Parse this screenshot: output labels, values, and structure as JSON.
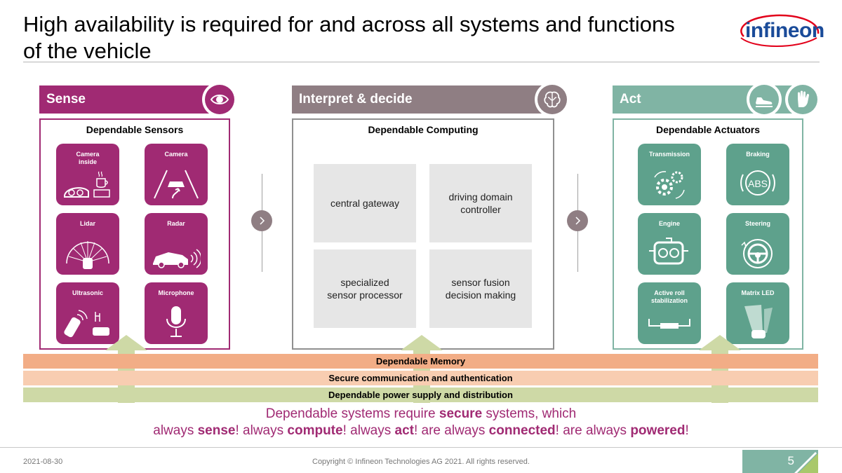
{
  "title": "High availability is required for and across all systems and functions of the vehicle",
  "logo": {
    "text": "infineon"
  },
  "columns": {
    "sense": {
      "header": "Sense",
      "box_title": "Dependable Sensors",
      "icon": "eye-icon"
    },
    "interpret": {
      "header": "Interpret & decide",
      "box_title": "Dependable Computing",
      "icon": "brain-icon"
    },
    "act": {
      "header": "Act",
      "box_title": "Dependable Actuators",
      "icons": [
        "sneaker-icon",
        "hand-icon"
      ]
    }
  },
  "sensors": [
    {
      "label": "Camera\ninside",
      "icon": "interior-camera-icon"
    },
    {
      "label": "Camera",
      "icon": "road-camera-icon"
    },
    {
      "label": "Lidar",
      "icon": "lidar-icon"
    },
    {
      "label": "Radar",
      "icon": "radar-icon"
    },
    {
      "label": "Ultrasonic",
      "icon": "parking-sensor-icon"
    },
    {
      "label": "Microphone",
      "icon": "microphone-icon"
    }
  ],
  "computing": [
    "central gateway",
    "driving domain\ncontroller",
    "specialized\nsensor processor",
    "sensor fusion\ndecision making"
  ],
  "actuators": [
    {
      "label": "Transmission",
      "icon": "gears-icon"
    },
    {
      "label": "Braking",
      "icon": "abs-icon",
      "icon_text": "ABS"
    },
    {
      "label": "Engine",
      "icon": "engine-icon"
    },
    {
      "label": "Steering",
      "icon": "steering-wheel-icon"
    },
    {
      "label": "Active roll\nstabilization",
      "icon": "stabilizer-icon"
    },
    {
      "label": "Matrix LED",
      "icon": "matrix-led-icon"
    }
  ],
  "bands": [
    "Dependable Memory",
    "Secure communication and authentication",
    "Dependable power supply and distribution"
  ],
  "tagline": {
    "line1_pre": "Dependable systems require ",
    "line1_bold": "secure",
    "line1_post": " systems, which",
    "line2": [
      {
        "t": "always ",
        "b": false
      },
      {
        "t": "sense",
        "b": true
      },
      {
        "t": "! always ",
        "b": false
      },
      {
        "t": "compute",
        "b": true
      },
      {
        "t": "! always ",
        "b": false
      },
      {
        "t": "act",
        "b": true
      },
      {
        "t": "! are always ",
        "b": false
      },
      {
        "t": "connected",
        "b": true
      },
      {
        "t": "! are always ",
        "b": false
      },
      {
        "t": "powered",
        "b": true
      },
      {
        "t": "!",
        "b": false
      }
    ]
  },
  "footer": {
    "date": "2021-08-30",
    "copyright": "Copyright © Infineon Technologies AG 2021. All rights reserved.",
    "page": "5"
  },
  "colors": {
    "sense": "#a02a73",
    "interpret": "#8f7e83",
    "act": "#80b4a4",
    "act_tile": "#5ea18c",
    "memory_band": "#f2ad86",
    "security_band": "#f8cdb1",
    "power_band": "#ced9a6",
    "logo_blue": "#1a4b99",
    "logo_red": "#e2001a"
  }
}
